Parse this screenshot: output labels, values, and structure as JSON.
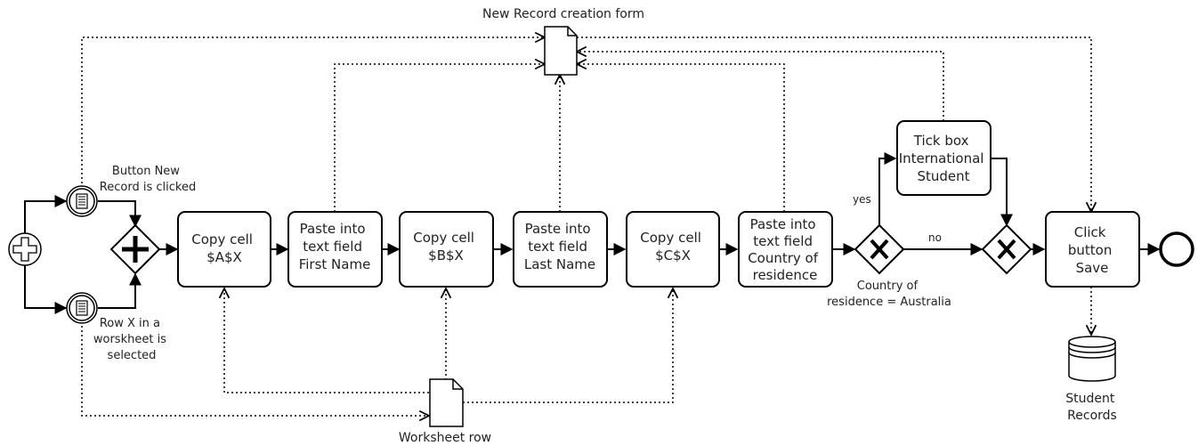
{
  "form_label": "New Record creation form",
  "worksheet_label": "Worksheet row",
  "events": {
    "start_a": [
      "Button New",
      "Record is clicked"
    ],
    "start_b": [
      "Row X in a",
      "worskheet is",
      "selected"
    ]
  },
  "tasks": {
    "copy_a": [
      "Copy cell",
      "$A$X"
    ],
    "paste_first": [
      "Paste into",
      "text field",
      "First Name"
    ],
    "copy_b": [
      "Copy cell",
      "$B$X"
    ],
    "paste_last": [
      "Paste into",
      "text field",
      "Last Name"
    ],
    "copy_c": [
      "Copy cell",
      "$C$X"
    ],
    "paste_country": [
      "Paste into",
      "text field",
      "Country of",
      "residence"
    ],
    "tick_box": [
      "Tick box",
      "International",
      "Student"
    ],
    "click_save": [
      "Click",
      "button",
      "Save"
    ]
  },
  "gateway_label": [
    "Country of",
    "residence = Australia"
  ],
  "flow_labels": {
    "yes": "yes",
    "no": "no"
  },
  "datastore_label": [
    "Student",
    "Records"
  ]
}
